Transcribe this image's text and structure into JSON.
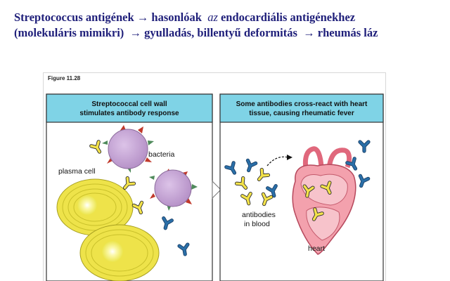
{
  "slide": {
    "line1": {
      "part1": "Streptococcus antigének",
      "arrow": "→",
      "part2": "hasonlóak",
      "part3": "az",
      "part4": "endocardiális antigénekhez"
    },
    "line2": {
      "part1": "(molekuláris mimikri)",
      "arrow1": "→",
      "part2": "gyulladás, billentyű deformitás",
      "arrow2": "→",
      "part3": "rheumás láz"
    }
  },
  "figure": {
    "label": "Figure 11.28",
    "left_panel": {
      "header_line1": "Streptococcal cell wall",
      "header_line2": "stimulates antibody response",
      "label_bacteria": "bacteria",
      "label_plasma": "plasma cell"
    },
    "right_panel": {
      "header_line1": "Some antibodies cross-react with heart",
      "header_line2": "tissue, causing rheumatic fever",
      "label_antibodies1": "antibodies",
      "label_antibodies2": "in blood",
      "label_heart": "heart"
    },
    "colors": {
      "header_bg": "#7fd3e6",
      "bacteria": "#c9a7d6",
      "spike_red": "#c0392b",
      "spike_green": "#4f8a5b",
      "antibody_yellow": "#f3e24a",
      "antibody_blue": "#2a6fa8",
      "heart": "#f08a9a",
      "plasma_cell": "#f6f078"
    }
  }
}
